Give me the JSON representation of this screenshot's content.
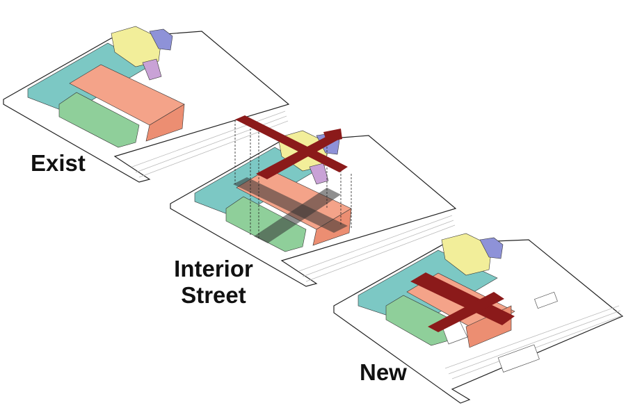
{
  "labels": {
    "exist": "Exist",
    "interior_street": "Interior Street",
    "new": "New"
  },
  "colors": {
    "teal": "#7cc8c4",
    "orange": "#f4a389",
    "green": "#8fcf9a",
    "yellow": "#f2ee9a",
    "purple": "#c9a2d6",
    "blue": "#8e92d8",
    "street_red": "#8b1a1a"
  }
}
